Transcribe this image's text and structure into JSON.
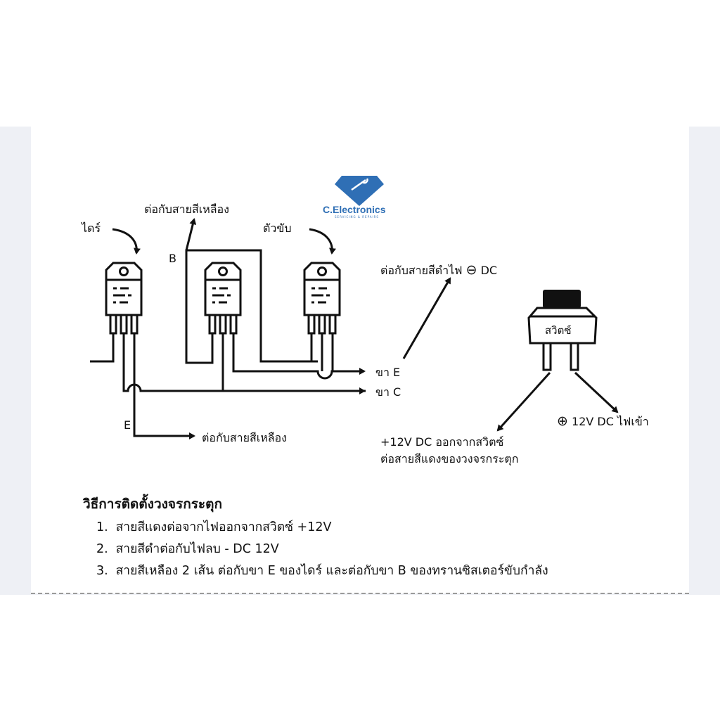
{
  "brand": {
    "name": "C.Electronics",
    "tagline": "SERVICING & REPAIRS",
    "color": "#2f6fb5"
  },
  "labels": {
    "driver": "ไดร์",
    "to_yellow_top": "ต่อกับสายสีเหลือง",
    "driver_power": "ตัวขับ",
    "pin_b": "B",
    "pin_e_left": "E",
    "to_yellow_bottom": "ต่อกับสายสีเหลือง",
    "leg_e": "ขา E",
    "leg_c": "ขา C",
    "to_black": "ต่อกับสายสีดำไฟ",
    "dc": "DC",
    "minus_symbol": "⊖",
    "switch": "สวิตซ์",
    "plus_symbol": "⊕",
    "input_12v": "12V DC ไฟเข้า",
    "output_line1": "+12V DC ออกจากสวิตซ์",
    "output_line2": "ต่อสายสีแดงของวงจรกระตุก"
  },
  "instructions": {
    "title": "วิธีการติดตั้งวงจรกระตุก",
    "steps": [
      {
        "num": "1.",
        "text": "สายสีแดงต่อจากไฟออกจากสวิตซ์ +12V"
      },
      {
        "num": "2.",
        "text": "สายสีดำต่อกับไฟลบ - DC 12V"
      },
      {
        "num": "3.",
        "text": "สายสีเหลือง 2 เส้น ต่อกับขา E ของไดร์ และต่อกับขา B ของทรานซิสเตอร์ขับกำลัง"
      }
    ]
  }
}
